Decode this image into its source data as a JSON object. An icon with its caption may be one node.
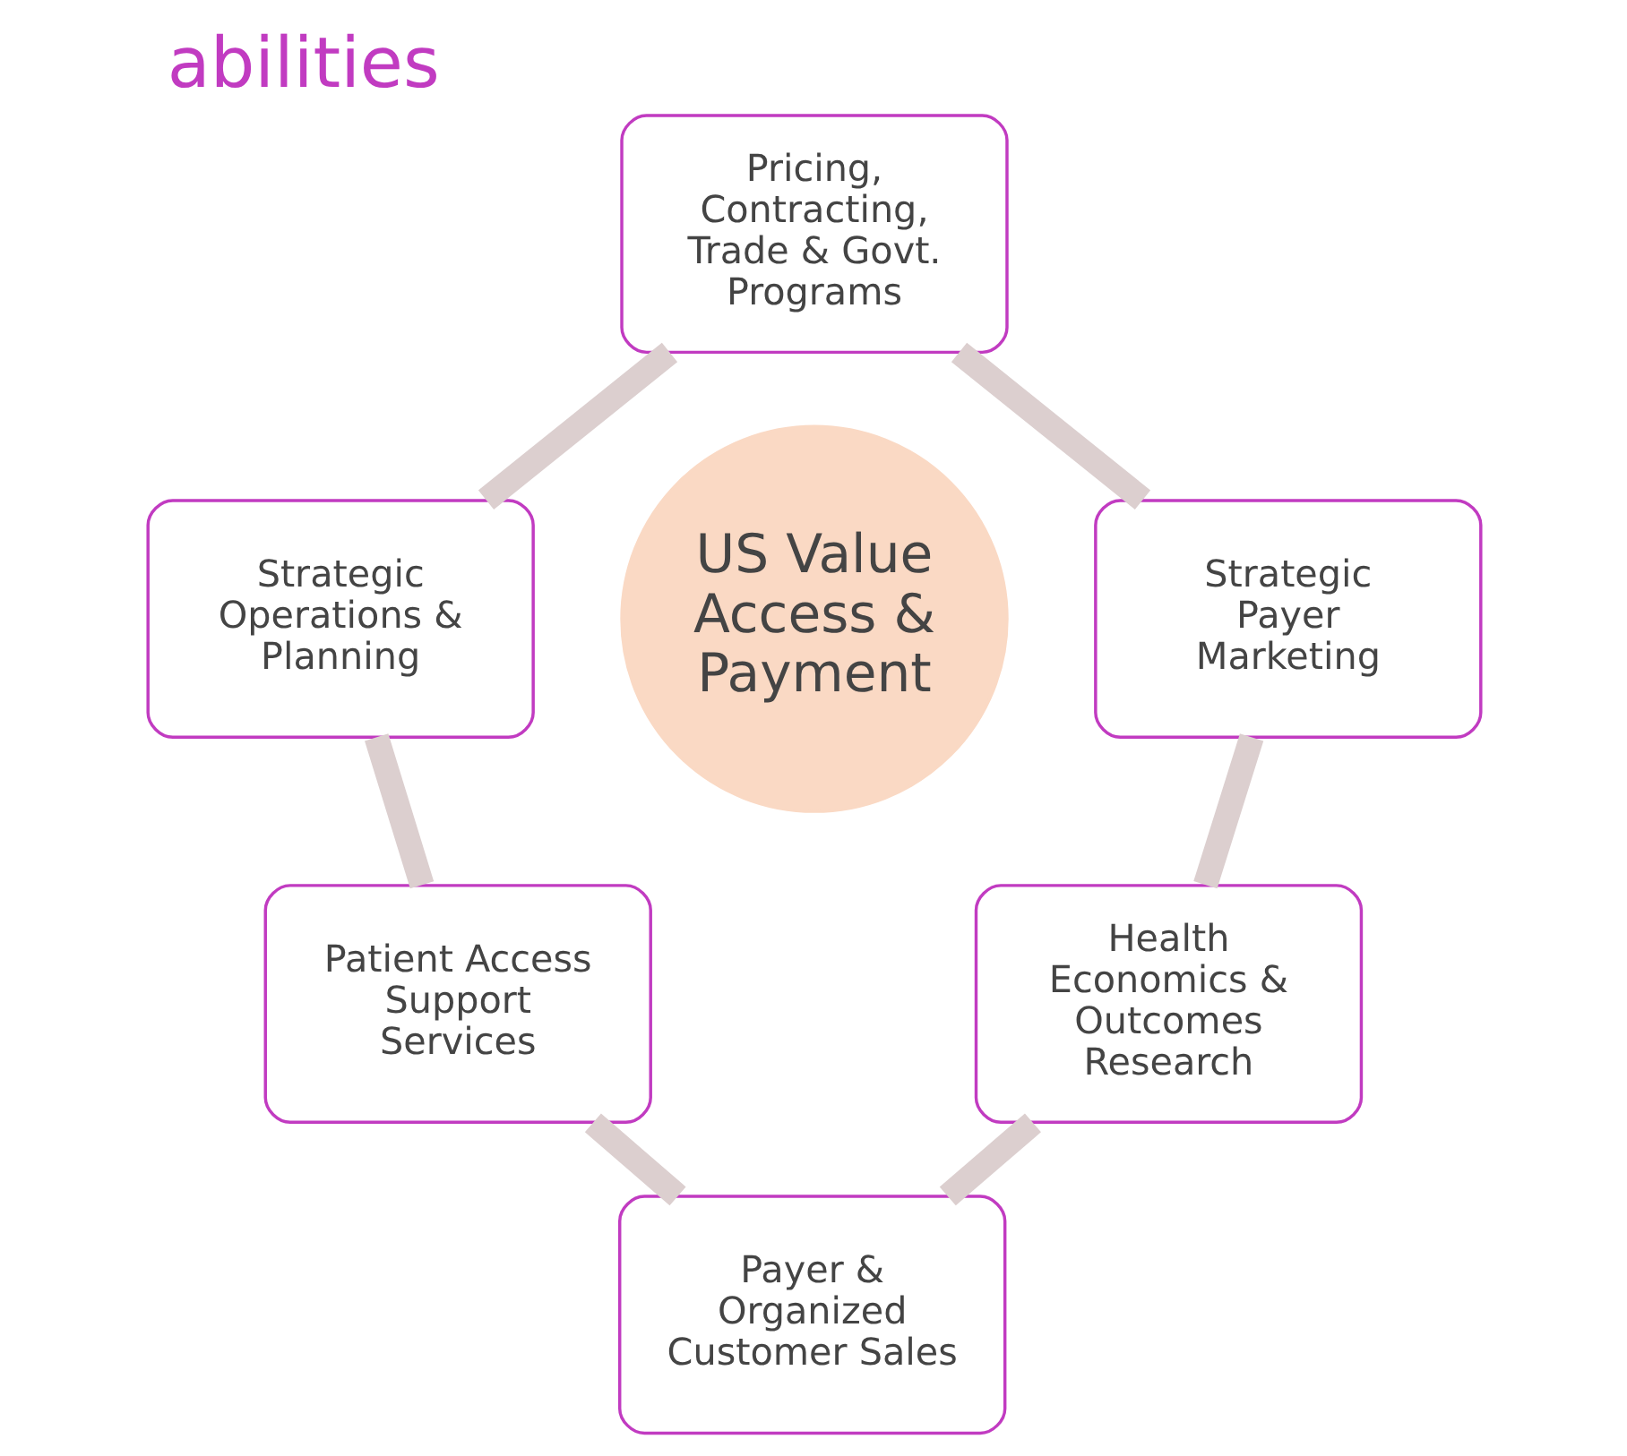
{
  "diagram": {
    "title": "abilities",
    "nodes": [
      {
        "text": [
          "Pricing, Contracting, Trade & Govt. Programs"
        ]
      },
      {
        "text": [
          "Strategic Operations & Planning"
        ]
      },
      {
        "text": [
          "Strategic Payer Marketing"
        ]
      },
      {
        "text": [
          "US Value Access & Payment"
        ]
      },
      {
        "text": [
          "Patient Access Support Services"
        ]
      },
      {
        "text": [
          "Health Economics & Outcomes Research"
        ]
      },
      {
        "text": [
          "Payer & Organized Customer Sales"
        ]
      }
    ],
    "edges": [
      {
        "from": 0,
        "to": 1,
        "arrow": "none"
      },
      {
        "from": 0,
        "to": 2,
        "arrow": "none"
      },
      {
        "from": 1,
        "to": 4,
        "arrow": "none"
      },
      {
        "from": 2,
        "to": 5,
        "arrow": "none"
      },
      {
        "from": 4,
        "to": 6,
        "arrow": "none"
      },
      {
        "from": 5,
        "to": 6,
        "arrow": "none"
      }
    ]
  }
}
